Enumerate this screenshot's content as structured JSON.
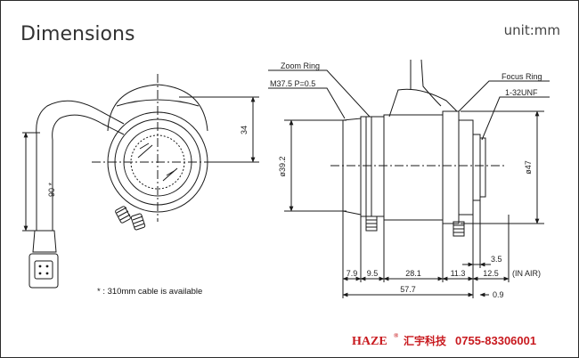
{
  "header": {
    "title": "Dimensions",
    "unit": "unit:mm"
  },
  "front_view": {
    "dim_height": "34",
    "dim_cable": "90 *",
    "cable_note": "* : 310mm cable is available"
  },
  "side_view": {
    "zoom_ring_label": "Zoom Ring",
    "thread_label": "M37.5 P=0.5",
    "focus_ring_label": "Focus Ring",
    "mount_label": "1-32UNF",
    "dia_left": "ø39.2",
    "dia_right": "ø47",
    "dim_79": "7.9",
    "dim_95": "9.5",
    "dim_281": "28.1",
    "dim_113": "11.3",
    "dim_35": "3.5",
    "dim_125": "12.5",
    "in_air": "(IN AIR)",
    "dim_577": "57.7",
    "dim_09": "0.9"
  },
  "footer": {
    "brand": "HAZE",
    "brand_mark": "®",
    "company": "汇宇科技",
    "phone": "0755-83306001"
  },
  "colors": {
    "line": "#1a1a1a",
    "brand_red": "#c8191e"
  }
}
